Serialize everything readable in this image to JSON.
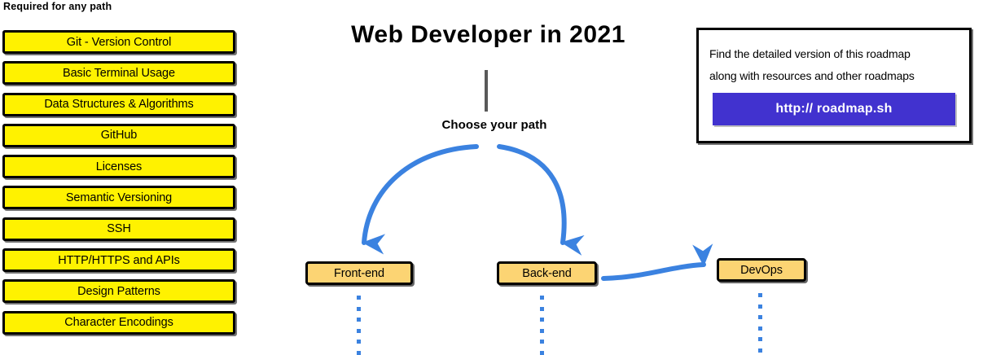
{
  "title": "Web Developer in 2021",
  "subtitle": "Choose your path",
  "required_section": {
    "heading": "Required for any path",
    "items": [
      {
        "label": "Git - Version Control"
      },
      {
        "label": "Basic Terminal Usage"
      },
      {
        "label": "Data Structures & Algorithms"
      },
      {
        "label": "GitHub"
      },
      {
        "label": "Licenses"
      },
      {
        "label": "Semantic Versioning"
      },
      {
        "label": "SSH"
      },
      {
        "label": "HTTP/HTTPS and APIs"
      },
      {
        "label": "Design Patterns"
      },
      {
        "label": "Character Encodings"
      }
    ]
  },
  "paths": [
    {
      "label": "Front-end"
    },
    {
      "label": "Back-end"
    },
    {
      "label": "DevOps"
    }
  ],
  "callout": {
    "line1": "Find the detailed version of this roadmap",
    "line2": "along with resources and other roadmaps",
    "button_label": "http:// roadmap.sh"
  },
  "colors": {
    "required_box_fill": "#FFF200",
    "path_box_fill": "#FCD473",
    "arrow_blue": "#3B82E0",
    "button_blue": "#4132CF",
    "stem_gray": "#595959",
    "outline": "#000000"
  }
}
